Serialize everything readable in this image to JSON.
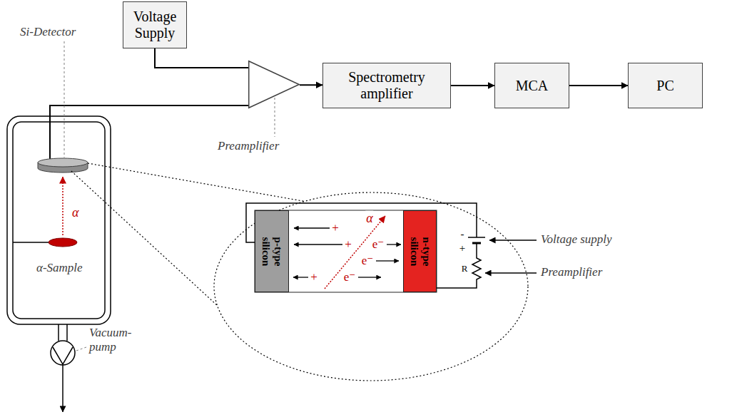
{
  "diagram": {
    "nodes": [
      {
        "text": [
          "Voltage Supply"
        ]
      },
      {
        "text": [
          "Preamplifier"
        ]
      },
      {
        "text": [
          "Spectrometry amplifier"
        ]
      },
      {
        "text": [
          "MCA"
        ]
      },
      {
        "text": [
          "PC"
        ]
      },
      {
        "text": [
          "p-type silicon"
        ]
      },
      {
        "text": [
          "n-type silicon"
        ]
      }
    ],
    "edges": [
      {
        "from": 0,
        "to": 1,
        "arrow": "none"
      },
      {
        "from": 1,
        "to": 2,
        "arrow": "to"
      },
      {
        "from": 2,
        "to": 3,
        "arrow": "to"
      },
      {
        "from": 3,
        "to": 4,
        "arrow": "to"
      }
    ],
    "labels": [
      "Si-Detector",
      "α",
      "α-Sample",
      "Vacuum- pump",
      "+",
      "+",
      "+",
      "e⁻",
      "e⁻",
      "e⁻",
      "α",
      "-",
      "+",
      "R",
      "Voltage supply",
      "Preamplifier"
    ]
  }
}
